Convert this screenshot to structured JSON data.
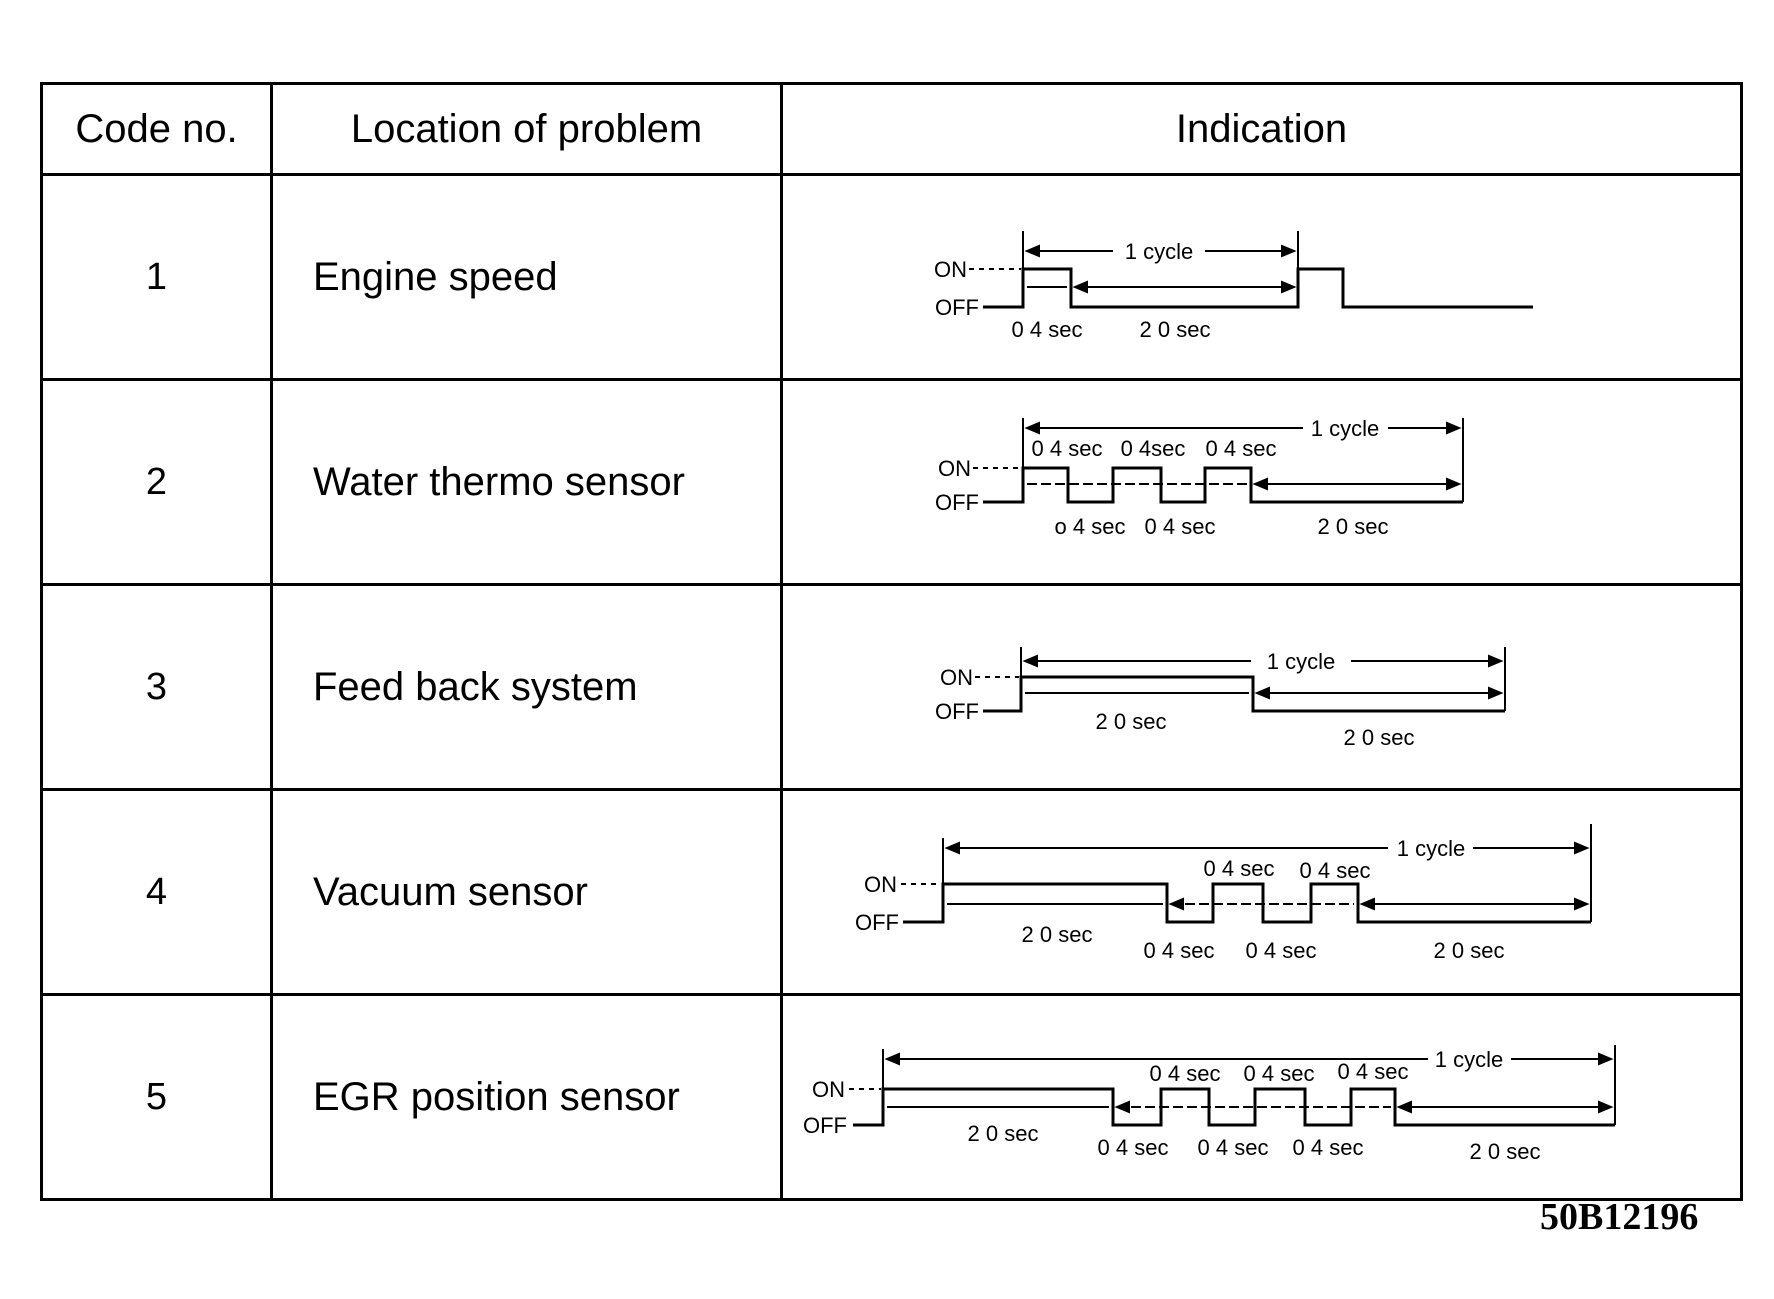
{
  "table": {
    "headers": {
      "code": "Code no.",
      "location": "Location of problem",
      "indication": "Indication"
    },
    "signal_labels": {
      "on": "ON",
      "off": "OFF"
    },
    "rows": [
      {
        "code": "1",
        "location": "Engine speed",
        "cycle_label": "1 cycle",
        "pulses": {
          "on": [
            "0 4 sec"
          ],
          "off": [
            "2 0 sec"
          ]
        }
      },
      {
        "code": "2",
        "location": "Water thermo sensor",
        "cycle_label": "1 cycle",
        "pulses": {
          "on": [
            "0 4 sec",
            "0 4sec",
            "0 4 sec"
          ],
          "off": [
            "o 4 sec",
            "0 4 sec",
            "2 0 sec"
          ]
        }
      },
      {
        "code": "3",
        "location": "Feed back system",
        "cycle_label": "1 cycle",
        "pulses": {
          "on": [
            "2 0 sec"
          ],
          "off": [
            "2 0 sec"
          ]
        }
      },
      {
        "code": "4",
        "location": "Vacuum sensor",
        "cycle_label": "1 cycle",
        "pulses": {
          "on": [
            "2 0 sec",
            "0 4 sec",
            "0 4 sec"
          ],
          "off": [
            "0 4 sec",
            "0 4 sec",
            "2 0 sec"
          ]
        }
      },
      {
        "code": "5",
        "location": "EGR position sensor",
        "cycle_label": "1 cycle",
        "pulses": {
          "on": [
            "2 0 sec",
            "0 4 sec",
            "0 4 sec",
            "0 4 sec"
          ],
          "off": [
            "0 4 sec",
            "0 4 sec",
            "0 4 sec",
            "2 0 sec"
          ]
        }
      }
    ]
  },
  "figure_id": "50B12196"
}
